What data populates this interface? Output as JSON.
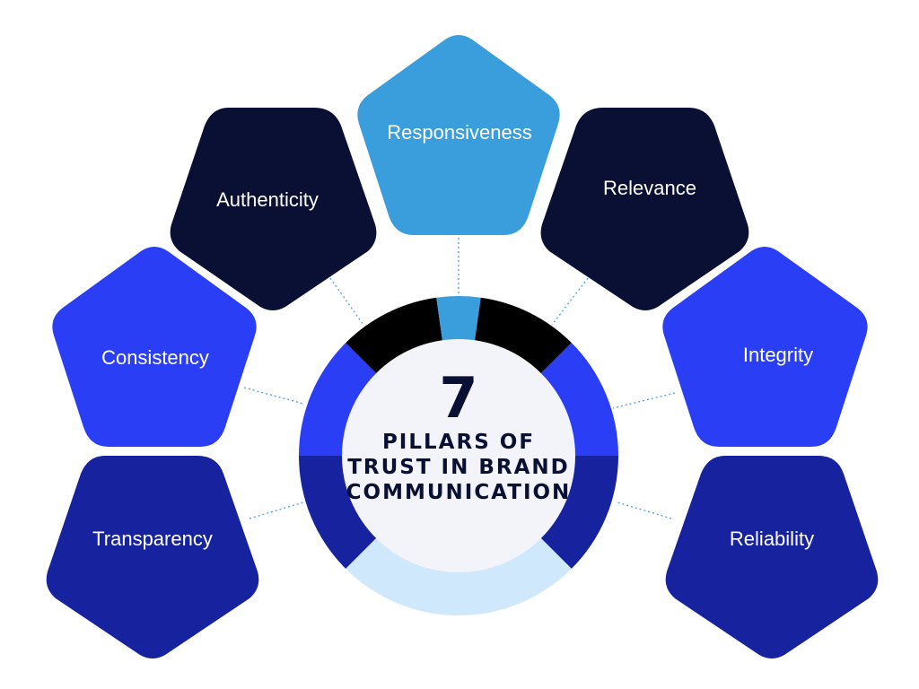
{
  "colors": {
    "dark_navy": "#0a1033",
    "sky_blue": "#3a9ddc",
    "royal_blue": "#2a3ef5",
    "indigo": "#17239e",
    "ring_light": "#cfe8fb",
    "ring_black": "#000000",
    "center_fill": "#f3f4f9",
    "text_dark": "#0a1033",
    "text_light": "#ffffff"
  },
  "center": {
    "number": "7",
    "lines": [
      "PILLARS OF",
      "TRUST IN BRAND",
      "COMMUNICATION"
    ]
  },
  "pillars": [
    {
      "label": "Responsiveness",
      "color": "#3a9ddc"
    },
    {
      "label": "Authenticity",
      "color": "#0a1033"
    },
    {
      "label": "Relevance",
      "color": "#0a1033"
    },
    {
      "label": "Consistency",
      "color": "#2a3ef5"
    },
    {
      "label": "Integrity",
      "color": "#2a3ef5"
    },
    {
      "label": "Transparency",
      "color": "#17239e"
    },
    {
      "label": "Reliability",
      "color": "#17239e"
    }
  ]
}
